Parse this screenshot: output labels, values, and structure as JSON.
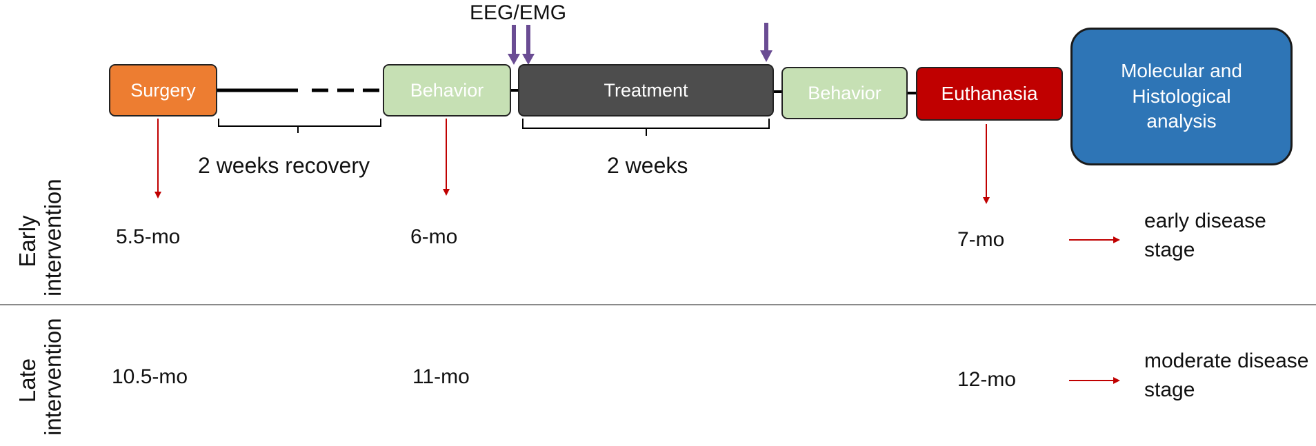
{
  "colors": {
    "surgery": "#ED7D31",
    "behavior": "#C6E0B4",
    "treatment": "#4D4D4D",
    "euthanasia": "#C00000",
    "analysis": "#2E75B6",
    "age_arrow": "#C00000",
    "eeg_arrow": "#6A4C93"
  },
  "timeline": {
    "surgery": "Surgery",
    "behavior_pre": "Behavior",
    "treatment": "Treatment",
    "behavior_post": "Behavior",
    "euthanasia": "Euthanasia",
    "analysis": "Molecular and Histological analysis",
    "eeg_label": "EEG/EMG",
    "recovery_label": "2 weeks recovery",
    "treatment_duration": "2 weeks"
  },
  "early": {
    "group_label": "Early intervention",
    "age_surgery": "5.5-mo",
    "age_behavior": "6-mo",
    "age_euthanasia": "7-mo",
    "stage": "early disease stage"
  },
  "late": {
    "group_label": "Late intervention",
    "age_surgery": "10.5-mo",
    "age_behavior": "11-mo",
    "age_euthanasia": "12-mo",
    "stage": "moderate disease stage"
  }
}
